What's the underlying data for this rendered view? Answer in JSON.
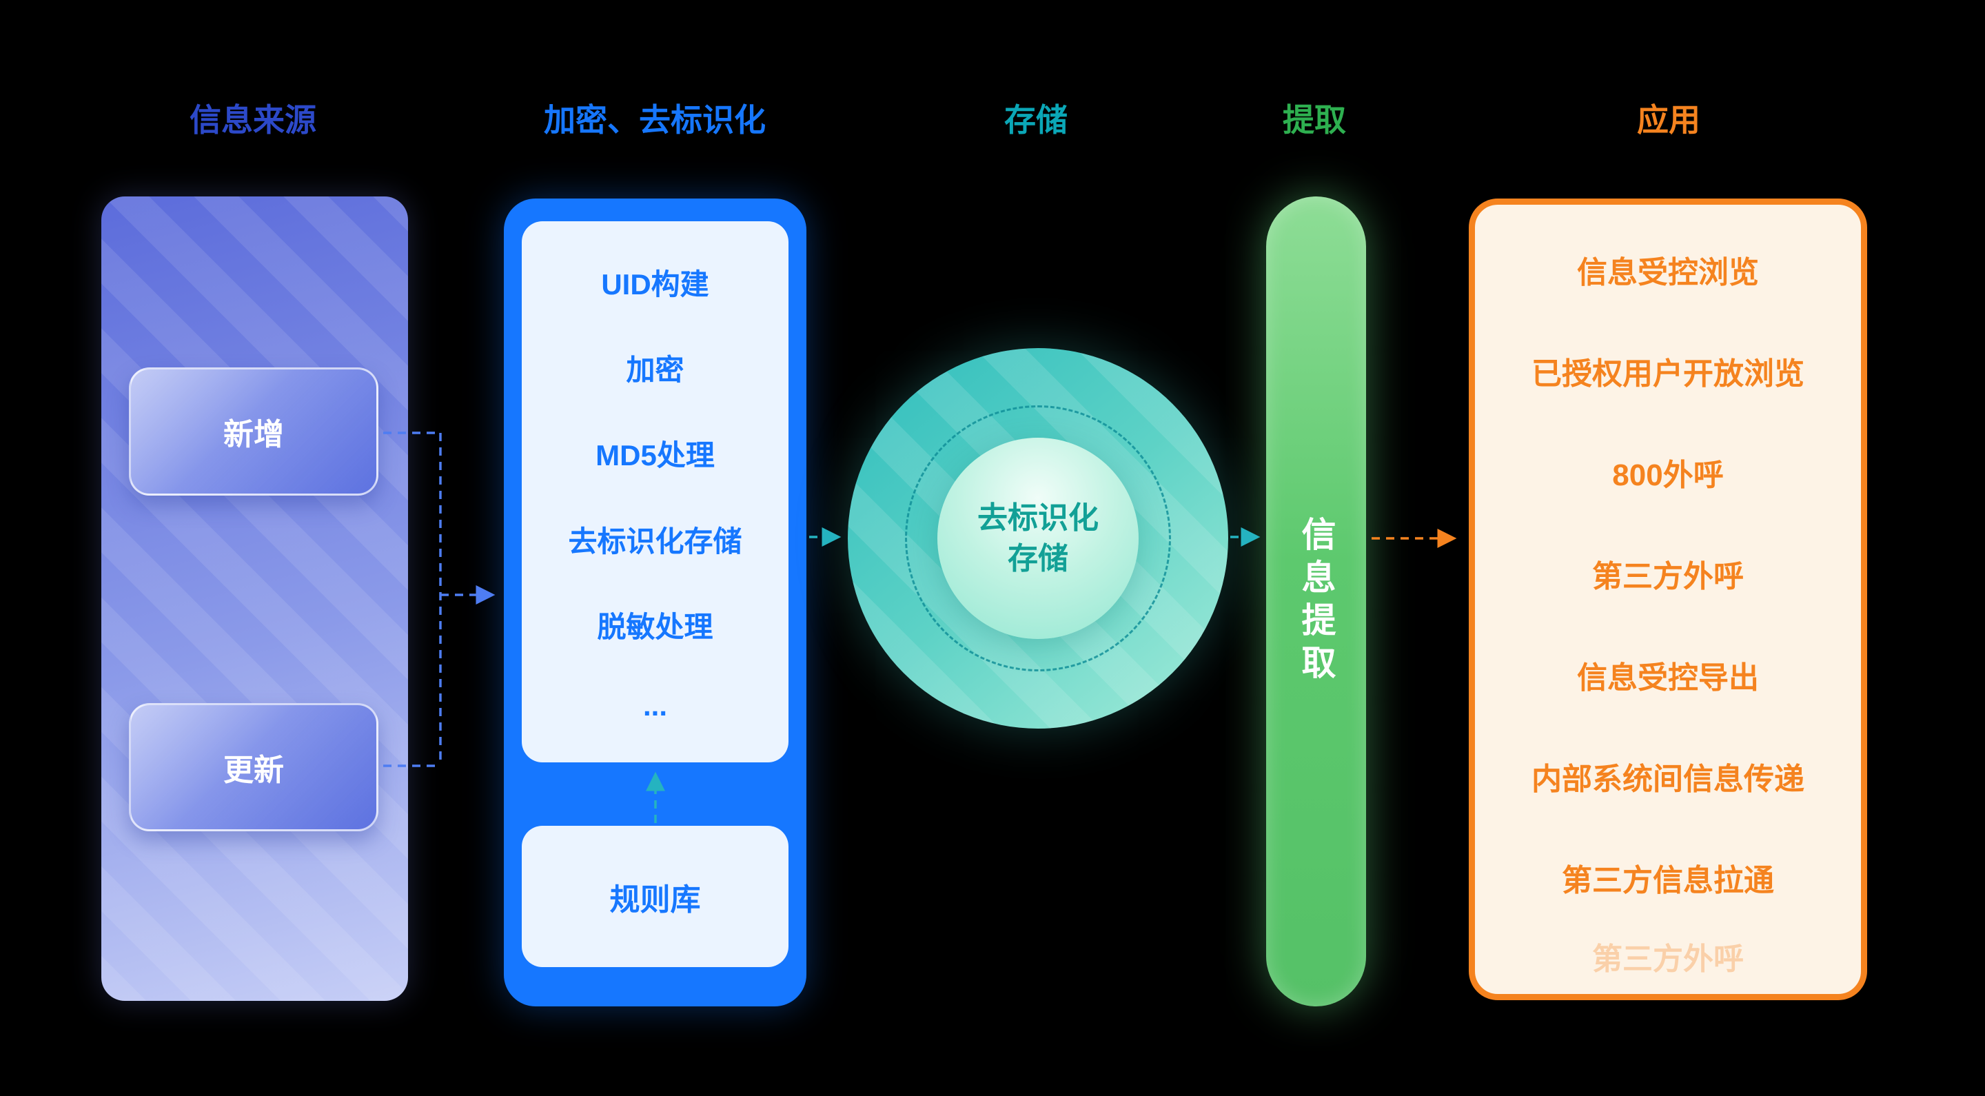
{
  "headers": {
    "source": {
      "label": "信息来源",
      "color": "#2c49c9"
    },
    "encryption": {
      "label": "加密、去标识化",
      "color": "#1677ff"
    },
    "storage": {
      "label": "存储",
      "color": "#0ba7b7"
    },
    "extraction": {
      "label": "提取",
      "color": "#2eb050"
    },
    "application": {
      "label": "应用",
      "color": "#f5831f"
    }
  },
  "source_column": {
    "items": [
      {
        "label": "新增"
      },
      {
        "label": "更新"
      }
    ]
  },
  "encryption_column": {
    "steps": [
      "UID构建",
      "加密",
      "MD5处理",
      "去标识化存储",
      "脱敏处理",
      "..."
    ],
    "rule_library": "规则库"
  },
  "storage_circle": {
    "label_line1": "去标识化",
    "label_line2": "存储"
  },
  "extraction_bar": {
    "label": "信息提取"
  },
  "application_column": {
    "items": [
      "信息受控浏览",
      "已授权用户开放浏览",
      "800外呼",
      "第三方外呼",
      "信息受控导出",
      "内部系统间信息传递",
      "第三方信息拉通"
    ],
    "faded_item": "第三方外呼"
  },
  "colors": {
    "arrow_blue": "#4e7df2",
    "arrow_teal": "#25b3c0",
    "arrow_orange": "#f5831f",
    "encryption_blue": "#1677ff",
    "storage_teal": "#2fbdbd",
    "extraction_green": "#5dc96e",
    "application_orange": "#f5831f"
  }
}
